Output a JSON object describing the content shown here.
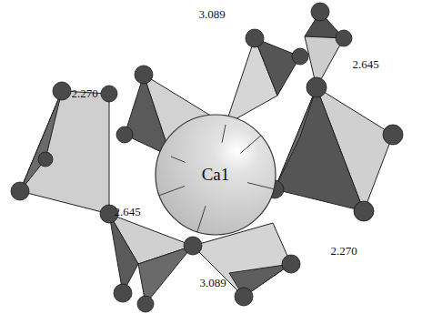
{
  "diagram": {
    "nodes": [
      {
        "text": [
          "Ca1"
        ]
      }
    ],
    "labels": [
      "3.089",
      "2.270",
      "2.645",
      "2.645",
      "2.270",
      "3.089"
    ]
  }
}
